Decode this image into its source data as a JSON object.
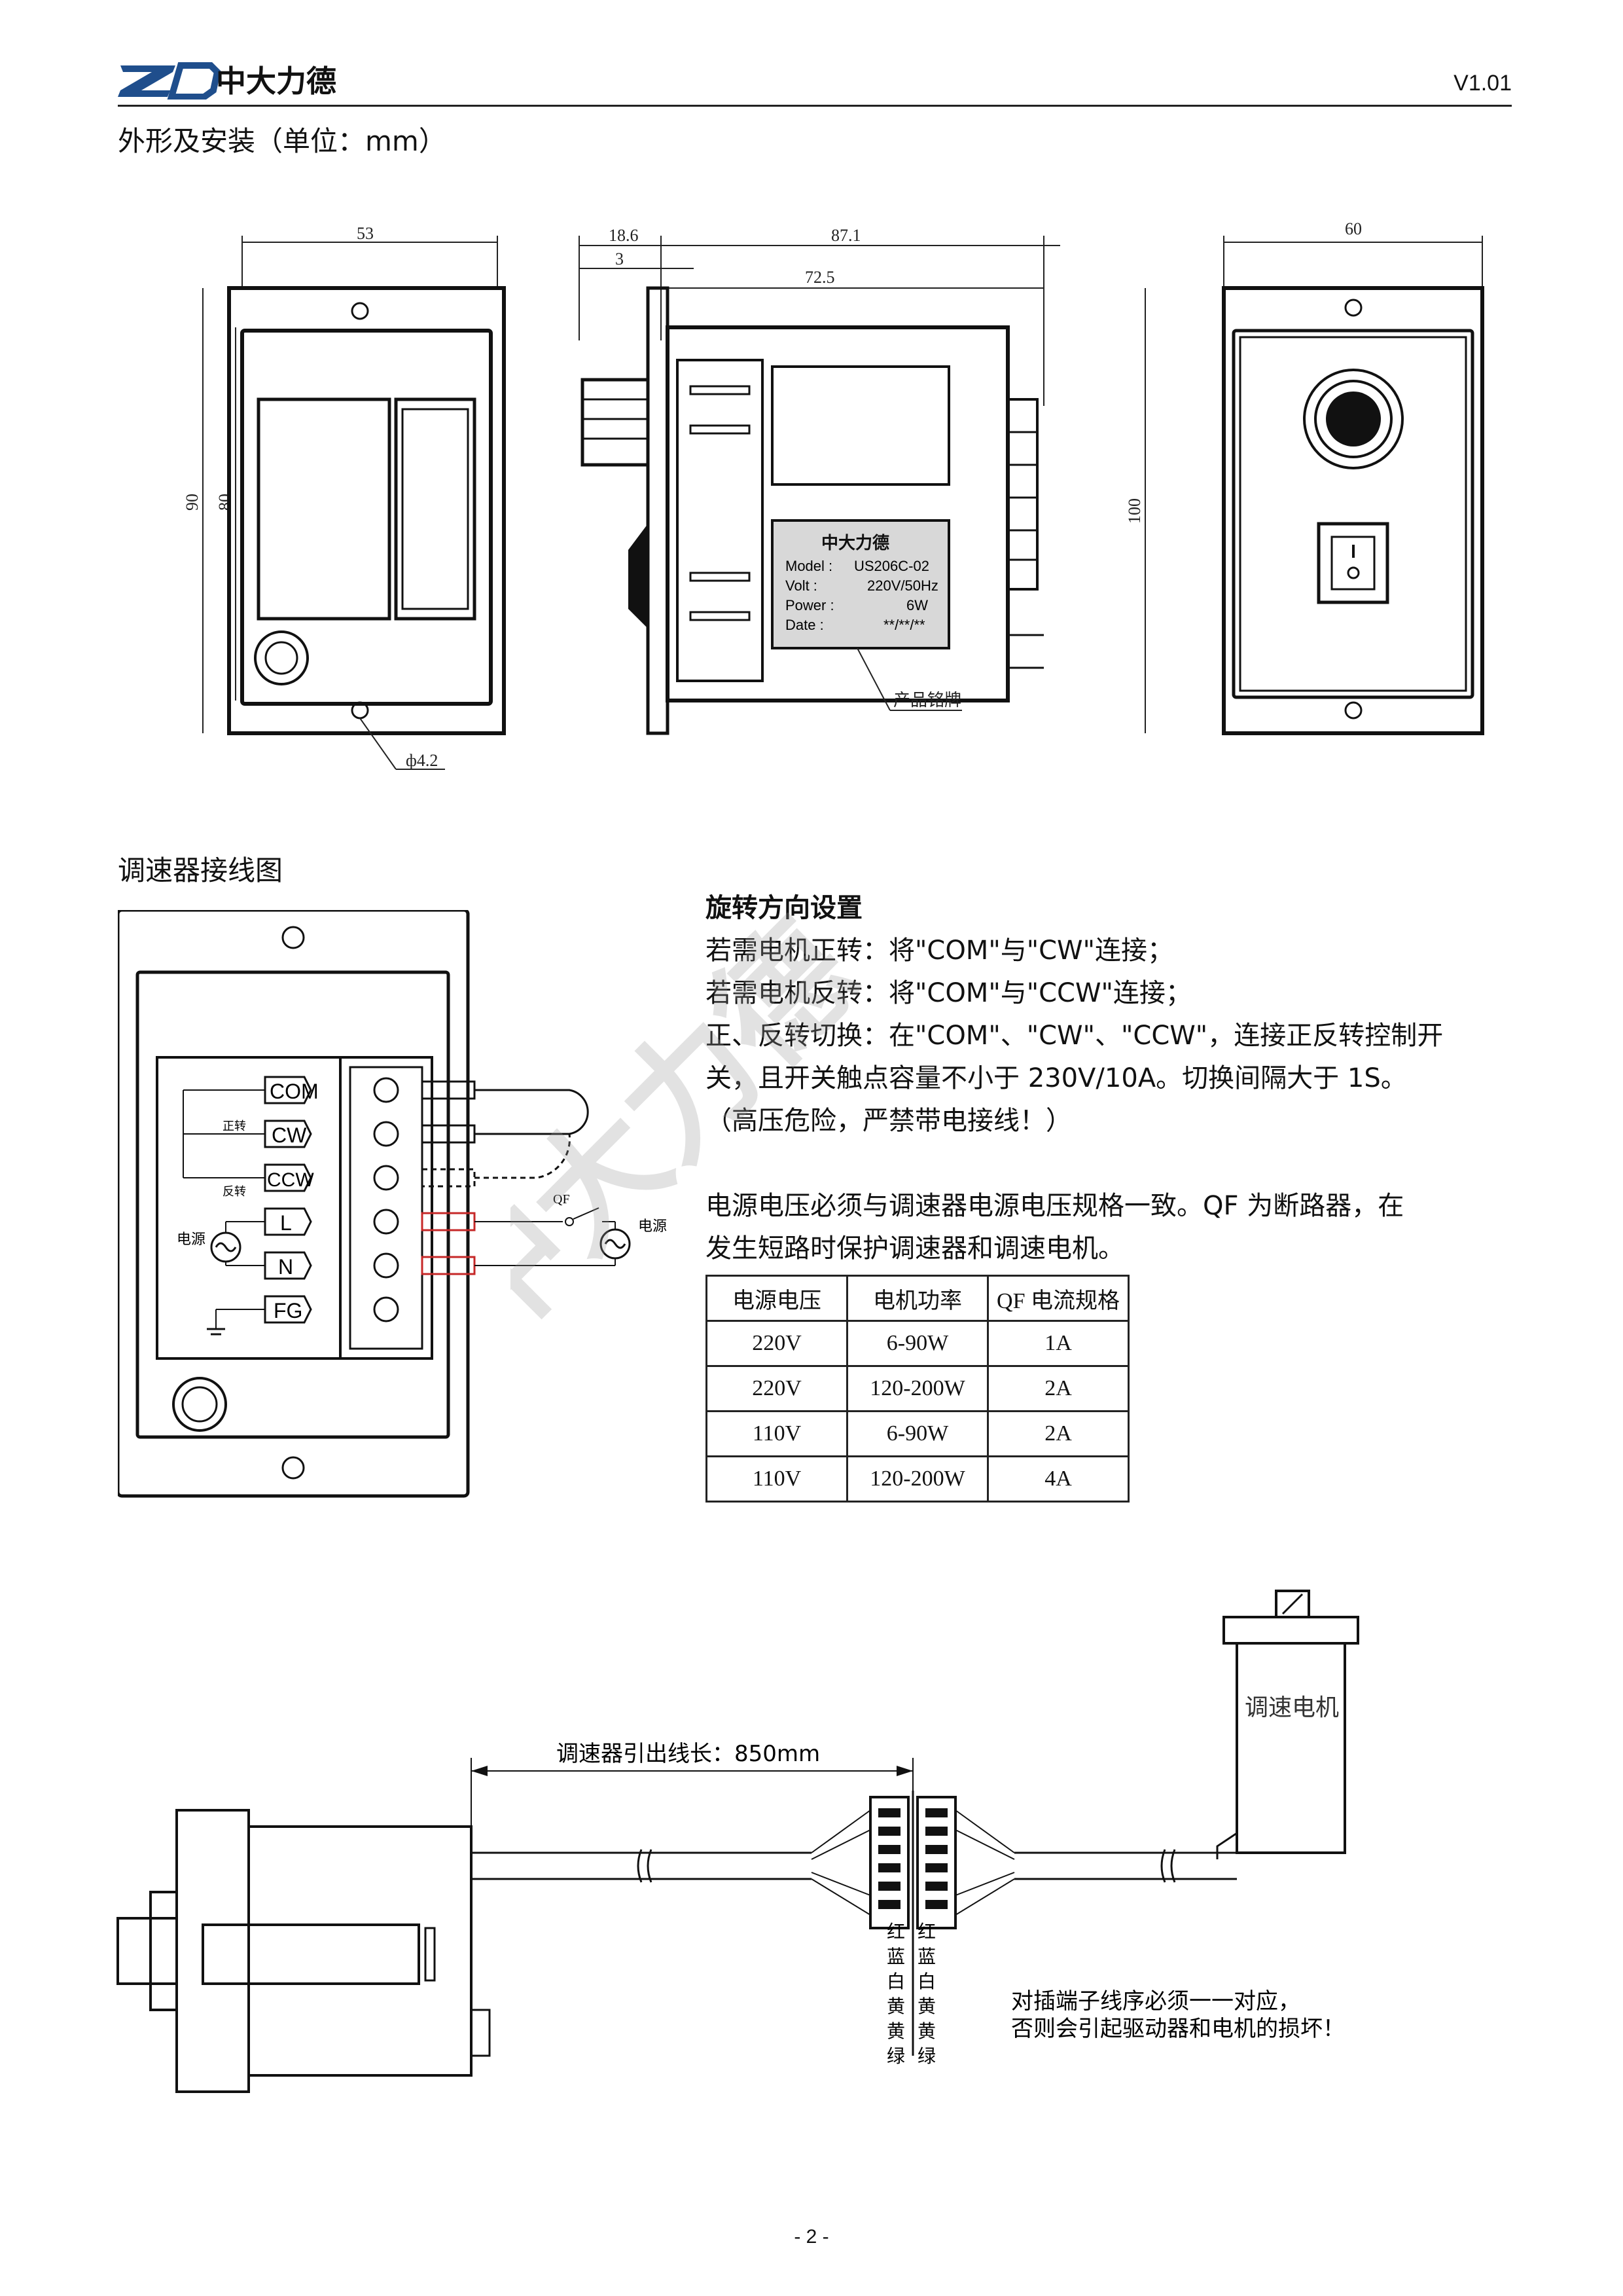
{
  "header": {
    "brand_text": "中大力德",
    "logo_text": "ZD",
    "version": "V1.01"
  },
  "section1": {
    "title": "外形及安装（单位：mm）"
  },
  "drawing": {
    "front_dims": {
      "width": "53",
      "outer_height": "90",
      "inner_height": "80",
      "hole": "ф4.2"
    },
    "side_dims": {
      "d1": "18.6",
      "d2": "87.1",
      "d3": "3",
      "d4": "72.5"
    },
    "back_dims": {
      "width": "60",
      "height": "100"
    },
    "nameplate": {
      "brand": "中大力德",
      "model_label": "Model :",
      "model_value": "US206C-02",
      "volt_label": "Volt :",
      "volt_value": "220V/50Hz",
      "power_label": "Power :",
      "power_value": "6W",
      "date_label": "Date :",
      "date_value": "**/**/**"
    },
    "nameplate_callout": "产品铭牌"
  },
  "section2": {
    "title": "调速器接线图"
  },
  "wiring": {
    "terminals": [
      "COM",
      "CW",
      "CCW",
      "L",
      "N",
      "FG"
    ],
    "forward": "正转",
    "reverse": "反转",
    "power_left": "电源",
    "power_right": "电源",
    "breaker": "QF"
  },
  "rotation": {
    "heading": "旋转方向设置",
    "lines": [
      "若需电机正转：将\"COM\"与\"CW\"连接；",
      "若需电机反转：将\"COM\"与\"CCW\"连接；",
      "正、反转切换：在\"COM\"、\"CW\"、\"CCW\"，连接正反转控制开",
      "关，且开关触点容量不小于 230V/10A。切换间隔大于 1S。",
      "（高压危险，严禁带电接线！）"
    ]
  },
  "power_note": {
    "lines": [
      "电源电压必须与调速器电源电压规格一致。QF 为断路器，在",
      "发生短路时保护调速器和调速电机。"
    ]
  },
  "table": {
    "headers": [
      "电源电压",
      "电机功率",
      "QF 电流规格"
    ],
    "rows": [
      [
        "220V",
        "6-90W",
        "1A"
      ],
      [
        "220V",
        "120-200W",
        "2A"
      ],
      [
        "110V",
        "6-90W",
        "2A"
      ],
      [
        "110V",
        "120-200W",
        "4A"
      ]
    ]
  },
  "connection": {
    "motor_label": "调速电机",
    "cable_length": "调速器引出线长：850mm",
    "colors_left": [
      "红",
      "蓝",
      "白",
      "黄",
      "黄",
      "绿"
    ],
    "colors_right": [
      "红",
      "蓝",
      "白",
      "黄",
      "黄",
      "绿"
    ],
    "warning_line1": "对插端子线序必须一一对应，",
    "warning_line2": "否则会引起驱动器和电机的损坏！"
  },
  "footer": {
    "page": "- 2 -"
  },
  "watermark": {
    "brand": "中大力德"
  }
}
